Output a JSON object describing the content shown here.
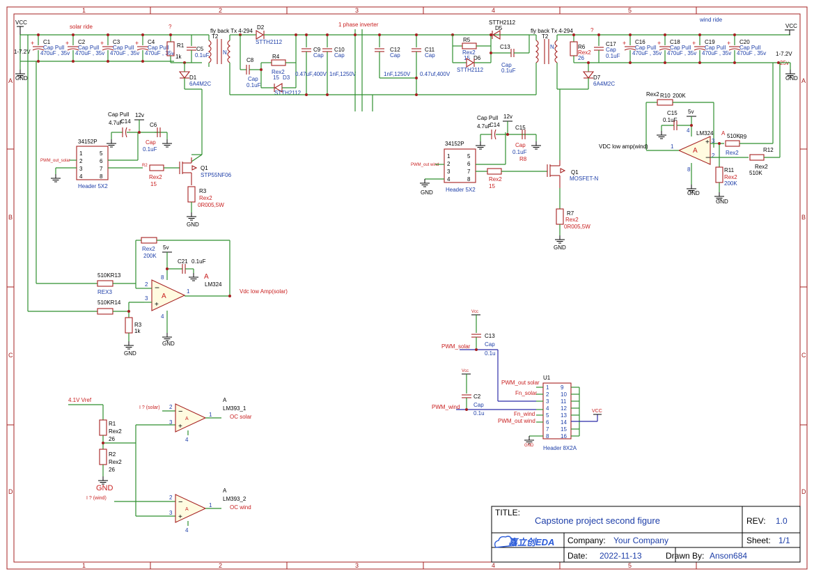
{
  "frame": {
    "cols": [
      "1",
      "2",
      "3",
      "4",
      "5"
    ],
    "rows": [
      "A",
      "B",
      "C",
      "D"
    ]
  },
  "solar": {
    "section": "solar ride",
    "vcc": "VCC",
    "vin": "1-7.2V",
    "gnd": "GND",
    "caps": [
      {
        "ref": "C1",
        "name": "Cap Pull",
        "value": "470uF , 35v"
      },
      {
        "ref": "C2",
        "name": "Cap Pull",
        "value": "470uF , 35v"
      },
      {
        "ref": "C3",
        "name": "Cap Pull",
        "value": "470uF , 35v"
      },
      {
        "ref": "C4",
        "name": "Cap Pull",
        "value": "470uF , 35v"
      }
    ],
    "q": "?",
    "r1": {
      "ref": "R1",
      "value": "1k"
    },
    "c5": {
      "ref": "C5",
      "value": "0.1uF"
    },
    "d1": {
      "ref": "D1",
      "value": "6A4M2C"
    },
    "t2": {
      "ref": "T2",
      "name": "fly back Tx 4-294",
      "n": "N"
    },
    "d2": {
      "ref": "D2",
      "value": "STTH2112"
    },
    "c8": {
      "ref": "C8",
      "name": "Cap",
      "value": "0.1uF"
    },
    "r4": {
      "ref": "R4",
      "name": "Rex2",
      "value": "15"
    },
    "d3": {
      "ref": "D3",
      "value": "STTH2112"
    },
    "c9": {
      "ref": "C9",
      "name": "Cap",
      "value": "0.47uF,400V"
    },
    "c10": {
      "ref": "C10",
      "name": "Cap",
      "value": "1nF,1250V"
    },
    "header": {
      "name": "34152P",
      "label": "Header 5X2",
      "pins_left": [
        "1",
        "2",
        "3",
        "4"
      ],
      "pins_right": [
        "5",
        "6",
        "7",
        "8"
      ]
    },
    "pwm_net": "PWM_out_solar",
    "c14": {
      "ref": "C14",
      "name": "Cap Pull",
      "value": "4.7uF"
    },
    "v12": "12v",
    "c6": {
      "ref": "C6",
      "name": "Cap",
      "value": "0.1uF"
    },
    "r2": {
      "ref": "R2",
      "name": "Rex2",
      "value": "15"
    },
    "q1": {
      "ref": "Q1",
      "value": "STP55NF06"
    },
    "r3": {
      "ref": "R3",
      "name": "Rex2",
      "value": "0R005,5W"
    }
  },
  "middle": {
    "label": "1 phase inverter",
    "c12": {
      "ref": "C12",
      "name": "Cap",
      "value": "1nF,1250V"
    },
    "c11": {
      "ref": "C11",
      "name": "Cap",
      "value": "0.47uf,400V"
    }
  },
  "wind": {
    "section": "wind ride",
    "vcc": "VCC",
    "vin": "1-7.2V",
    "vin2": "25v",
    "gnd": "GND",
    "d5": {
      "ref": "D5",
      "value": "STTH2112"
    },
    "r5": {
      "ref": "R5",
      "name": "Rex2",
      "value": "15"
    },
    "d6": {
      "ref": "D6",
      "value": "STTH2112"
    },
    "c13": {
      "ref": "C13",
      "name": "Cap",
      "value": "0.1uF"
    },
    "t2": {
      "ref": "T2",
      "name": "fly back Tx 4-294",
      "n": "N"
    },
    "q": "?",
    "r6": {
      "ref": "R6",
      "name": "Rex2",
      "value": "26"
    },
    "c17": {
      "ref": "C17",
      "name": "Cap",
      "value": "0.1uF"
    },
    "caps": [
      {
        "ref": "C16",
        "name": "Cap Pull",
        "value": "470uF , 35v"
      },
      {
        "ref": "C18",
        "name": "Cap Pull",
        "value": "470uF , 35v"
      },
      {
        "ref": "C19",
        "name": "Cap Pull",
        "value": "470uF , 35v"
      },
      {
        "ref": "C20",
        "name": "Cap Pull",
        "value": "470uF , 35v"
      }
    ],
    "d7": {
      "ref": "D7",
      "value": "6A4M2C"
    },
    "header": {
      "name": "34152P",
      "label": "Header 5X2",
      "pins_left": [
        "1",
        "2",
        "3",
        "4"
      ],
      "pins_right": [
        "5",
        "6",
        "7",
        "8"
      ]
    },
    "pwm_net": "PWM_out wind",
    "c14": {
      "ref": "C14",
      "name": "Cap Pull",
      "value": "4.7uF"
    },
    "v12": "12v",
    "c15": {
      "ref": "C15",
      "name": "Cap",
      "value": "0.1uF",
      "extra": "R8"
    },
    "r2": {
      "ref": "Rex2",
      "value": "15"
    },
    "q1": {
      "ref": "Q1",
      "value": "MOSFET-N"
    },
    "r7": {
      "ref": "R7",
      "name": "Rex2",
      "value": "0R005,5W"
    }
  },
  "wind_amp": {
    "r10": {
      "ref": "R10",
      "name": "Rex2",
      "value": "200K"
    },
    "c15": {
      "ref": "C15",
      "value": "0.1uF"
    },
    "v5": "5v",
    "unit": "A",
    "chip": "LM324",
    "out_label": "VDC low amp(wind)",
    "pins": {
      "p1": "1",
      "p2": "2",
      "p3": "3",
      "p4": "4",
      "p8": "8"
    },
    "r9": {
      "ref": "R9",
      "name": "Rex2",
      "value": "510K"
    },
    "r12": {
      "ref": "R12",
      "name": "Rex2",
      "value": "510K"
    },
    "r11": {
      "ref": "R11",
      "name": "Rex2",
      "value": "200K"
    },
    "gnd": "GND"
  },
  "solar_amp": {
    "r_top": {
      "name": "Rex2",
      "value": "200K"
    },
    "v5": "5v",
    "c21": {
      "ref": "C21",
      "value": "0.1uF"
    },
    "unit": "A",
    "chip": "LM324",
    "r13": {
      "ref": "510KR13",
      "name": "REX3"
    },
    "r14": {
      "ref": "510KR14"
    },
    "r3": {
      "ref": "R3",
      "value": "1k"
    },
    "out_label": "Vdc low Amp(solar)",
    "pins": {
      "p1": "1",
      "p2": "2",
      "p3": "3",
      "p4": "4",
      "p8": "8"
    },
    "gnd": "GND"
  },
  "pwm": {
    "vcc": "Vcc",
    "c13": {
      "ref": "C13",
      "name": "Cap",
      "value": "0.1u"
    },
    "c2": {
      "ref": "C2",
      "name": "Cap",
      "value": "0.1u"
    },
    "net_solar": "PWM_solar",
    "net_wind": "PWM_wind",
    "u1": {
      "ref": "U1",
      "label": "Header 8X2A"
    },
    "pin_labels": [
      "PWM_out solar",
      "Fn_solar",
      "",
      "",
      "Fn_wind",
      "PWM_out wind",
      "",
      ""
    ],
    "pins_left": [
      "1",
      "2",
      "3",
      "4",
      "5",
      "6",
      "7",
      "8"
    ],
    "pins_right": [
      "9",
      "10",
      "11",
      "12",
      "13",
      "14",
      "15",
      "16"
    ],
    "vcc_right": "VCC",
    "gnd": "GND"
  },
  "oc": {
    "vref": "4.1V Vref",
    "r1": {
      "ref": "R1",
      "name": "Rex2",
      "value": "26"
    },
    "r2": {
      "ref": "R2",
      "name": "Rex2",
      "value": "26"
    },
    "gnd": "GND",
    "in_solar": "I ? (solar)",
    "in_wind": "I ? (wind)",
    "u1": {
      "unit": "A",
      "chip": "LM393_1",
      "out": "OC solar"
    },
    "u2": {
      "unit": "A",
      "chip": "LM393_2",
      "out": "OC wind"
    },
    "pins": {
      "p1": "1",
      "p2": "2",
      "p3": "3",
      "p4": "4"
    }
  },
  "titleblock": {
    "title_label": "TITLE:",
    "title": "Capstone project second figure",
    "rev_label": "REV:",
    "rev": "1.0",
    "company_label": "Company:",
    "company": "Your Company",
    "sheet_label": "Sheet:",
    "sheet": "1/1",
    "date_label": "Date:",
    "date": "2022-11-13",
    "drawn_label": "Drawn By:",
    "drawn": "Anson684",
    "logo": "嘉立创EDA"
  }
}
